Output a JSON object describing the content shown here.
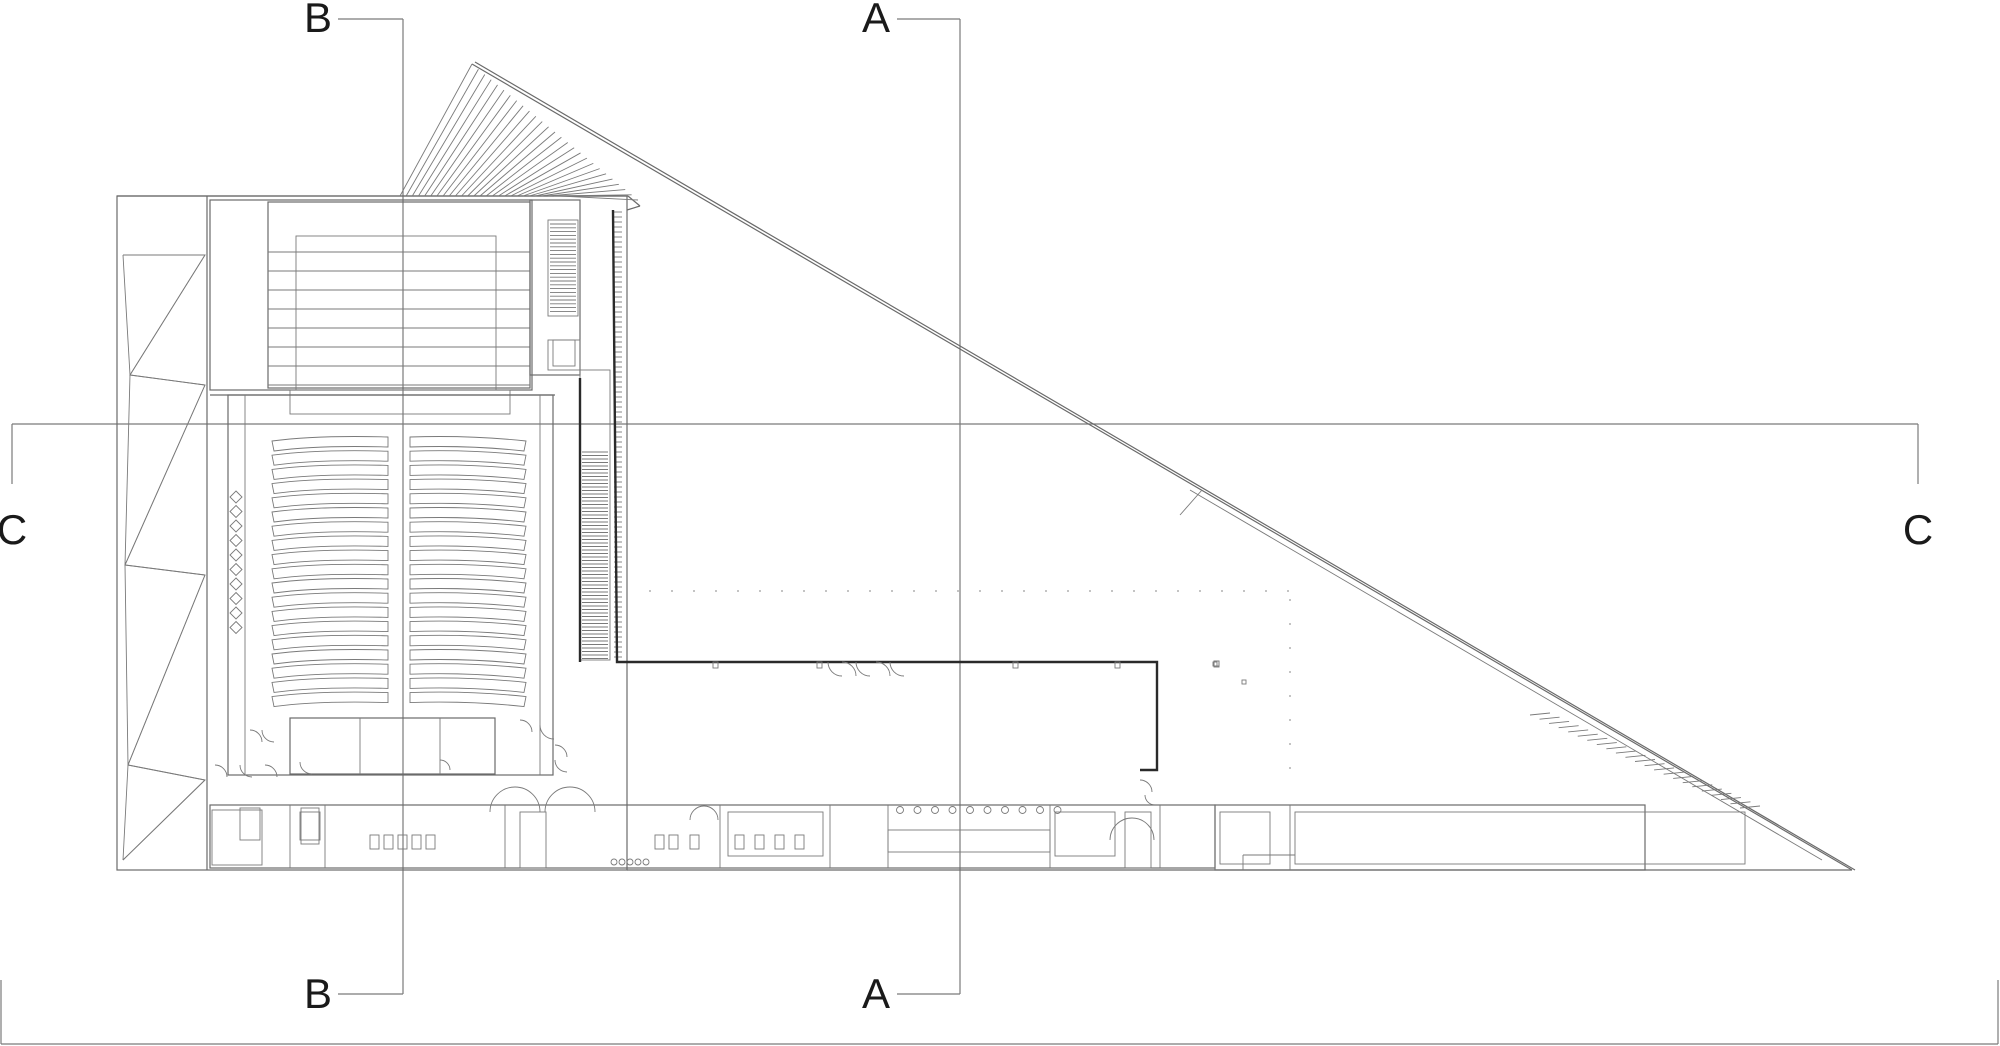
{
  "section_markers": {
    "a_top": "A",
    "a_bottom": "A",
    "b_top": "B",
    "b_bottom": "B",
    "c_left": "C",
    "c_right": "C"
  },
  "colors": {
    "line": "#6a6a6a",
    "heavy": "#2a2a2a",
    "background": "#ffffff"
  }
}
